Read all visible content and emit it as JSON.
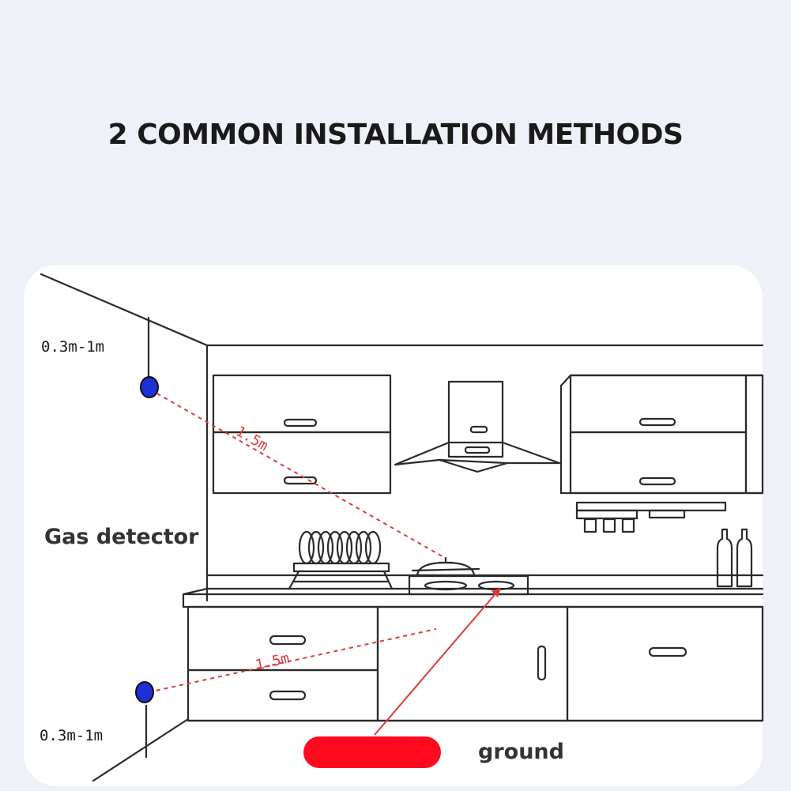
{
  "title": "2 COMMON INSTALLATION METHODS",
  "labels": {
    "upper_height": "0.3m-1m",
    "upper_distance": "1.5m",
    "gas_detector": "Gas detector",
    "lower_distance": "1.5m",
    "lower_height": "0.3m-1m",
    "ground": "ground"
  },
  "colors": {
    "detector": "#1f2fd6",
    "ground_marker": "#ff0a1e",
    "distance_line": "#e03a3a",
    "line_art": "#2a2a2a",
    "background": "#eef1f7",
    "card": "#ffffff"
  }
}
